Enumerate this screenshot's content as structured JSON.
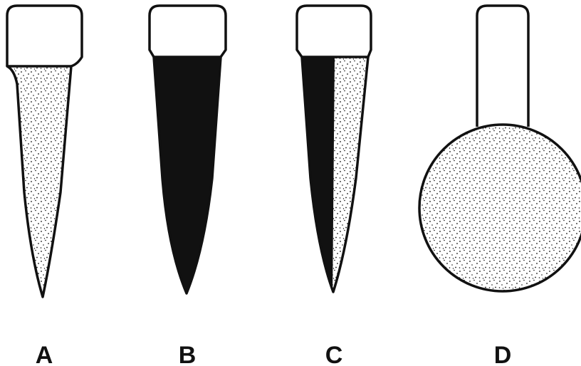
{
  "figure": {
    "items": [
      {
        "id": "A",
        "label": "A",
        "fill": "stipple"
      },
      {
        "id": "B",
        "label": "B",
        "fill": "solid"
      },
      {
        "id": "C",
        "label": "C",
        "fill": "half-solid-half-stipple"
      },
      {
        "id": "D",
        "label": "D",
        "fill": "stipple",
        "shape": "round-bulb"
      }
    ],
    "colors": {
      "ink": "#111111",
      "background": "#ffffff"
    }
  }
}
